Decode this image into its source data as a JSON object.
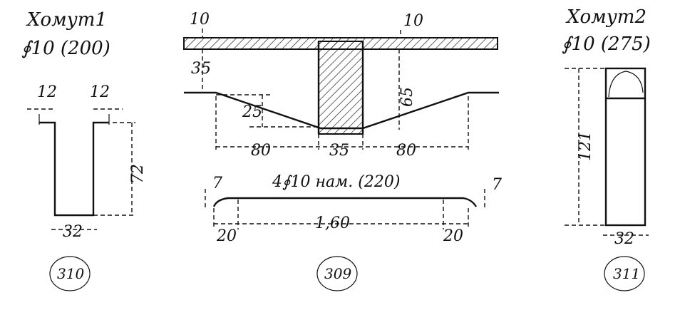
{
  "fig310": {
    "title_line1": "Хомут1",
    "title_line2": "∮10 (200)",
    "dim_left_top": "12",
    "dim_right_top": "12",
    "dim_height": "72",
    "dim_bottom": "32",
    "number": "310"
  },
  "fig309": {
    "dim_top_left": "10",
    "dim_top_right": "10",
    "dim_left_drop": "35",
    "dim_bend": "25",
    "dim_height": "65",
    "dim_left": "80",
    "dim_center": "35",
    "dim_right": "80",
    "bar_label": "4∮10 нам. (220)",
    "dim_hook_left": "7",
    "dim_hook_right": "7",
    "dim_end_left": "20",
    "dim_length": "1,60",
    "dim_end_right": "20",
    "number": "309"
  },
  "fig311": {
    "title_line1": "Хомут2",
    "title_line2": "∮10 (275)",
    "dim_height": "121",
    "dim_bottom": "32",
    "number": "311"
  },
  "colors": {
    "ink": "#111111",
    "paper": "#ffffff"
  }
}
